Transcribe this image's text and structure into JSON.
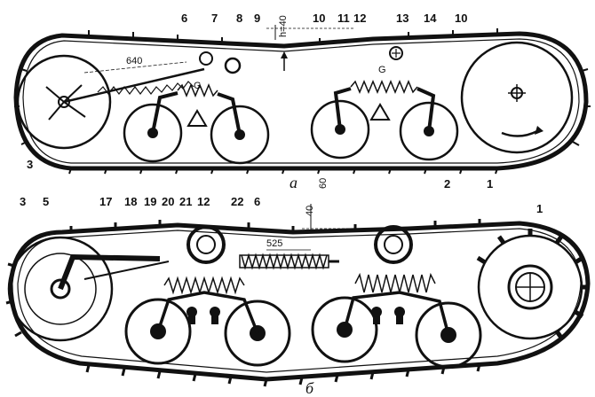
{
  "top_view": {
    "caption": "а",
    "labels": {
      "n1": "1",
      "n2": "2",
      "n3": "3",
      "n6": "6",
      "n7": "7",
      "n8": "8",
      "n9": "9",
      "n10a": "10",
      "n10b": "10",
      "n11": "11",
      "n12": "12",
      "n13": "13",
      "n14": "14",
      "G1": "G",
      "G2": "G"
    },
    "dimensions": {
      "d640": "640",
      "h40": "h=40",
      "d60": "60"
    }
  },
  "bottom_view": {
    "caption": "б",
    "labels": {
      "n1": "1",
      "n3": "3",
      "n5": "5",
      "n6": "6",
      "n12": "12",
      "n17": "17",
      "n18": "18",
      "n19": "19",
      "n20": "20",
      "n21": "21",
      "n22": "22"
    },
    "dimensions": {
      "d525": "525",
      "d40": "40"
    }
  }
}
